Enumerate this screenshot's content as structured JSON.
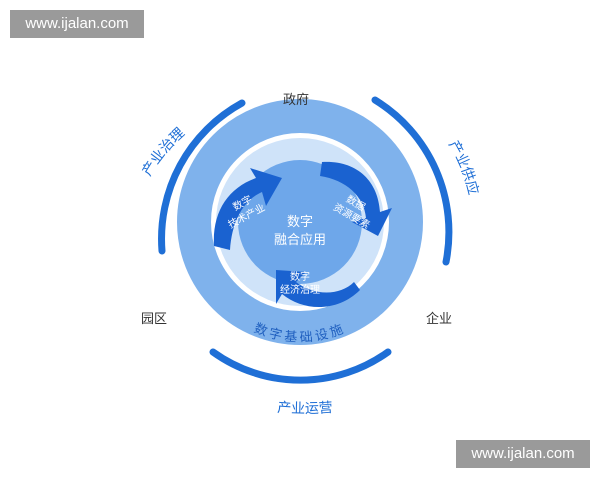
{
  "watermark": {
    "top": "www.ijalan.com",
    "bottom": "www.ijalan.com"
  },
  "center": {
    "line1": "数字",
    "line2": "融合应用"
  },
  "arrows": {
    "tech_line1": "数字",
    "tech_line2": "技术产业",
    "data_line1": "数据",
    "data_line2": "资源要素",
    "gov_line1": "数字",
    "gov_line2": "经济治理"
  },
  "ring_label": "数字基础设施",
  "nodes": {
    "top": "政府",
    "left": "园区",
    "right": "企业"
  },
  "outer_labels": {
    "left": "产业治理",
    "right": "产业供应",
    "bottom": "产业运营"
  },
  "colors": {
    "dark_blue": "#1f6fd6",
    "ring_blue": "#7fb2ec",
    "light_blue": "#a8ccf4",
    "inner_fill": "#6ea7ea",
    "arrow_blue": "#1a62d0"
  }
}
